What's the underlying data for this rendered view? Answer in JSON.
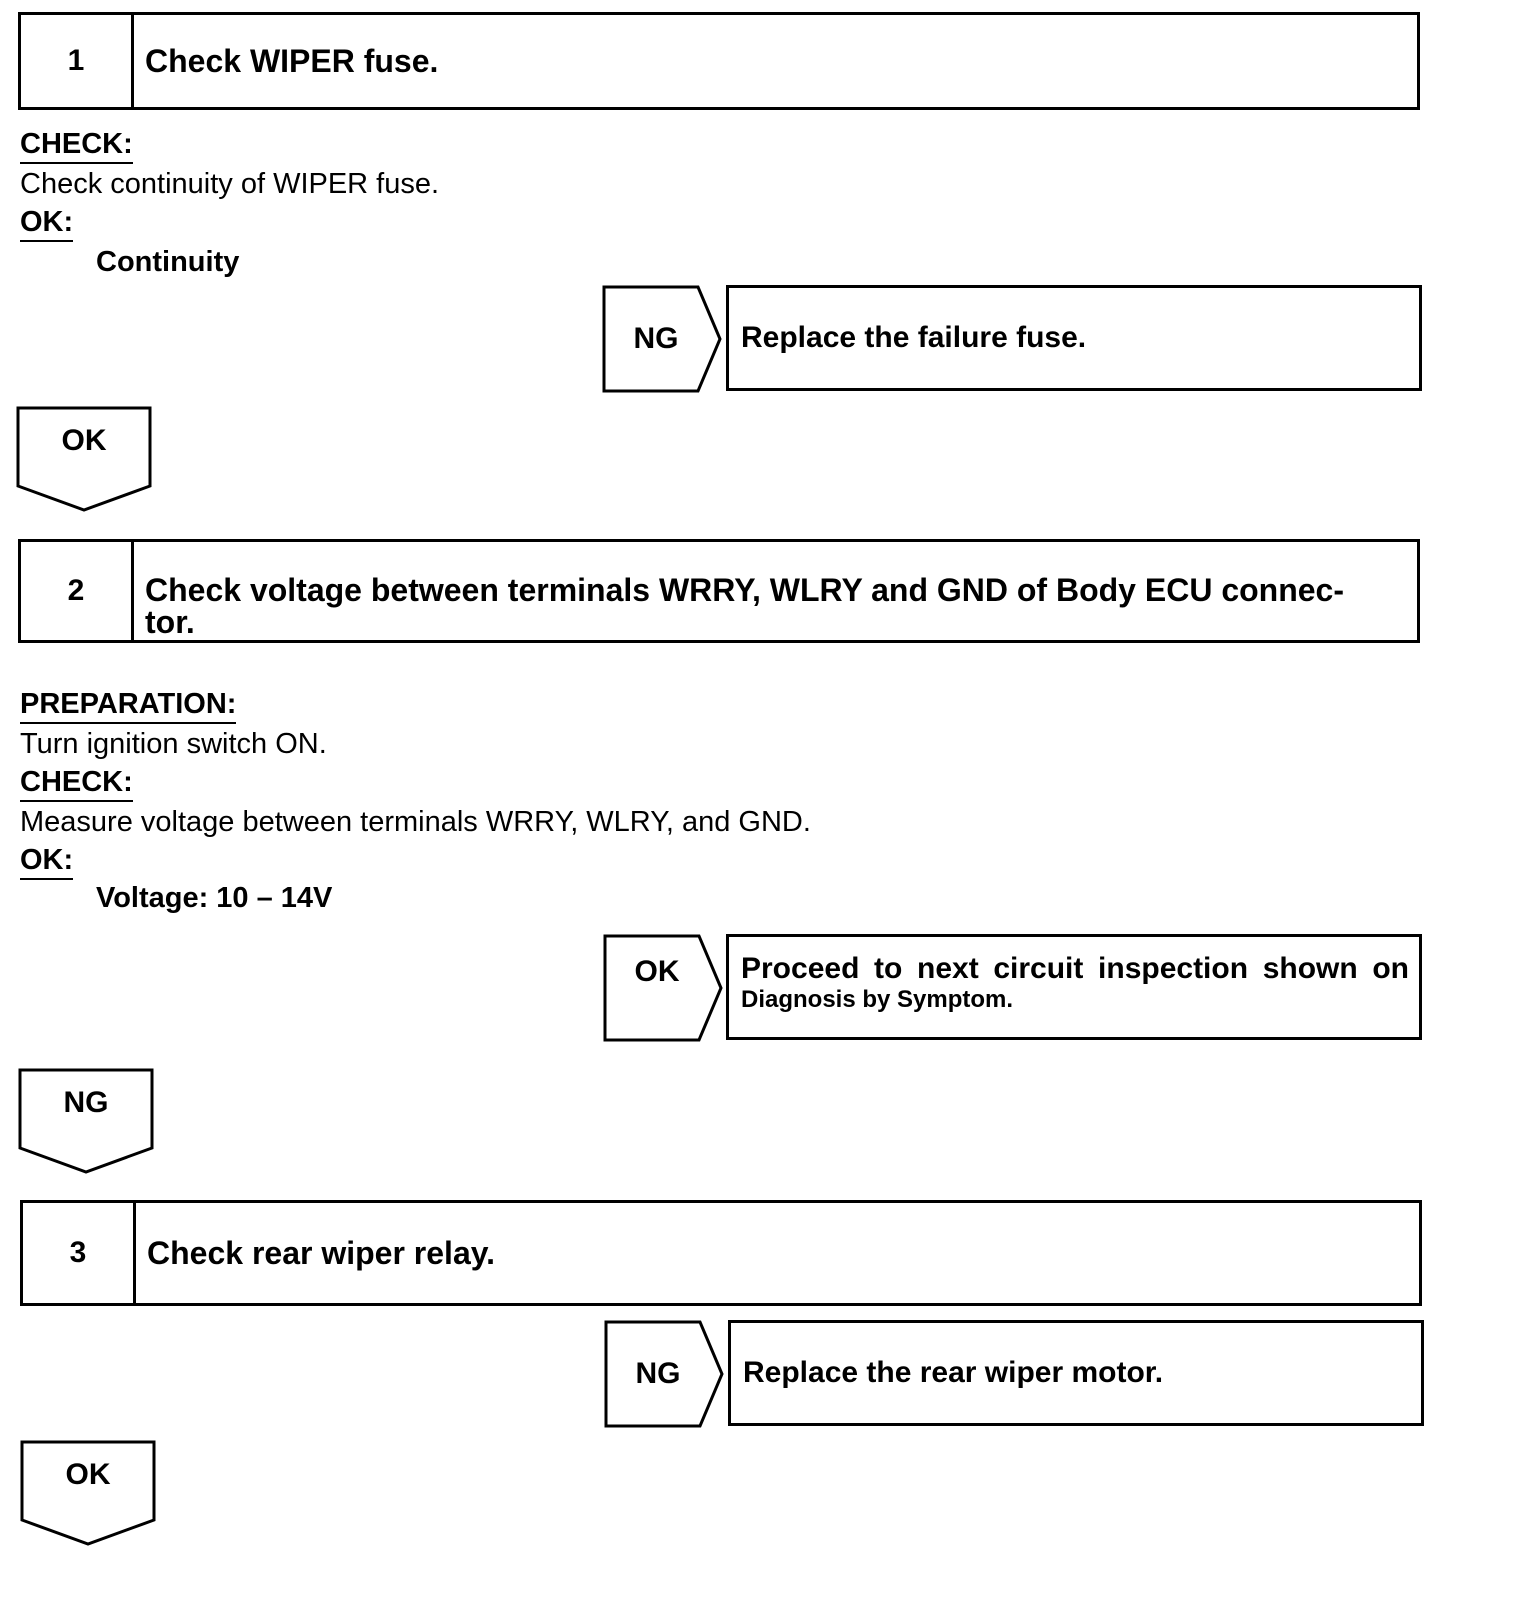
{
  "steps": [
    {
      "number": "1",
      "title": "Check WIPER fuse.",
      "check_heading": "CHECK:",
      "check_text": "Check continuity of WIPER fuse.",
      "ok_heading": "OK:",
      "ok_spec": "Continuity",
      "branch_label": "NG",
      "branch_result": "Replace the failure fuse.",
      "continue_label": "OK"
    },
    {
      "number": "2",
      "title_line1": "Check voltage between terminals WRRY, WLRY and GND of Body ECU connec-",
      "title_line2": "tor.",
      "prep_heading": "PREPARATION:",
      "prep_text": "Turn ignition switch ON.",
      "check_heading": "CHECK:",
      "check_text": "Measure voltage between terminals WRRY, WLRY, and GND.",
      "ok_heading": "OK:",
      "ok_spec": "Voltage: 10 – 14V",
      "branch_label": "OK",
      "branch_result_line1": "Proceed to next circuit inspection shown on",
      "branch_result_line2": "Diagnosis by Symptom.",
      "continue_label": "NG"
    },
    {
      "number": "3",
      "title": "Check rear wiper relay.",
      "branch_label": "NG",
      "branch_result": "Replace the rear wiper motor.",
      "continue_label": "OK"
    }
  ]
}
